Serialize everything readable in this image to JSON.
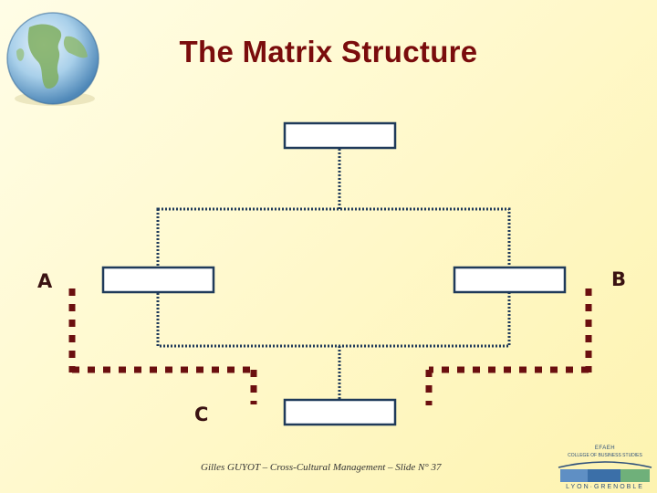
{
  "slide": {
    "title": "The Matrix Structure",
    "footer": "Gilles GUYOT – Cross-Cultural Management – Slide N° 37"
  },
  "diagram": {
    "label_a": "A",
    "label_b": "B",
    "label_c": "C"
  },
  "logo": {
    "line1": "EFAEH",
    "line2": "COLLEGE OF BUSINESS STUDIES",
    "line3": "LYON·GRENOBLE"
  },
  "colors": {
    "title": "#7a0c0c",
    "box_border": "#1f3a5a",
    "connector": "#1f3a5a",
    "matrix_line": "#6b0f0f"
  },
  "icons": {
    "globe": "globe-icon",
    "logo": "school-logo"
  }
}
